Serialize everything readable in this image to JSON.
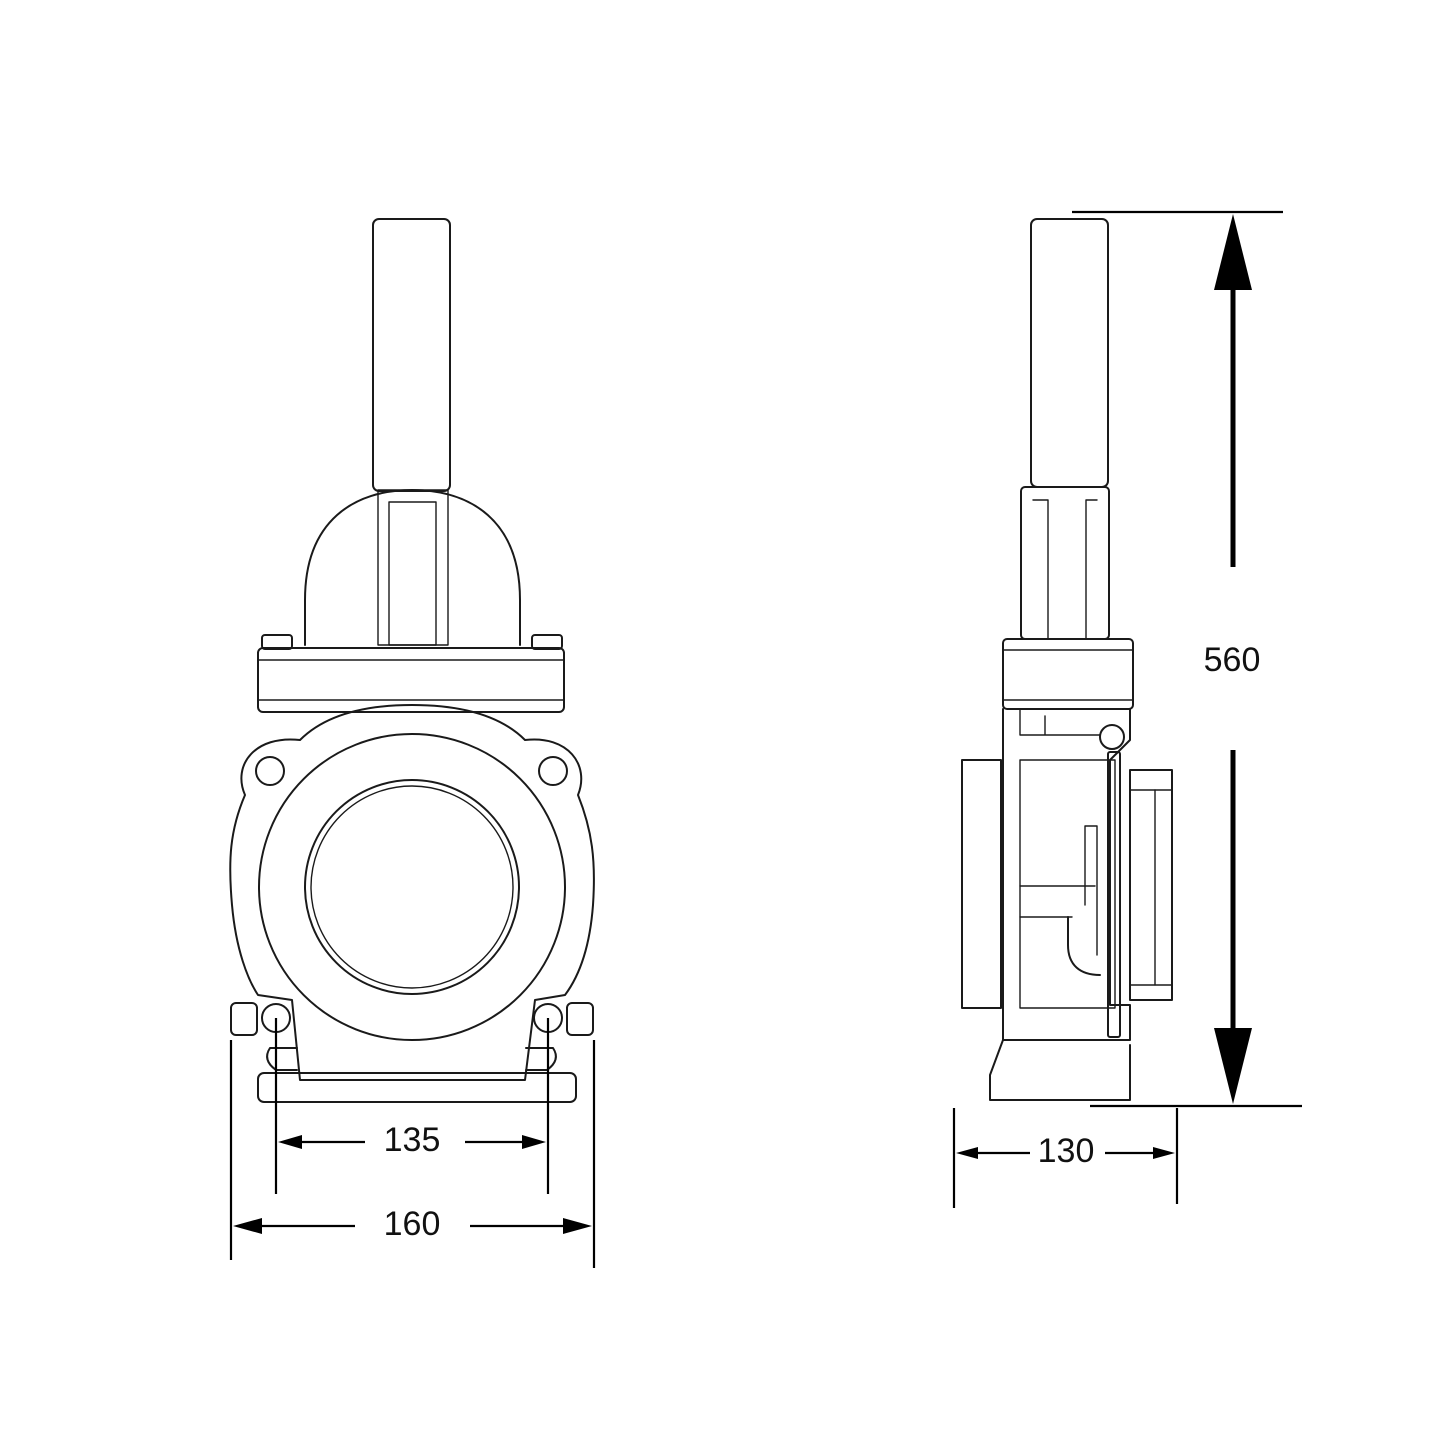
{
  "dimensions": {
    "bolt_spacing": "135",
    "front_width": "160",
    "side_depth": "130",
    "overall_height": "560"
  }
}
